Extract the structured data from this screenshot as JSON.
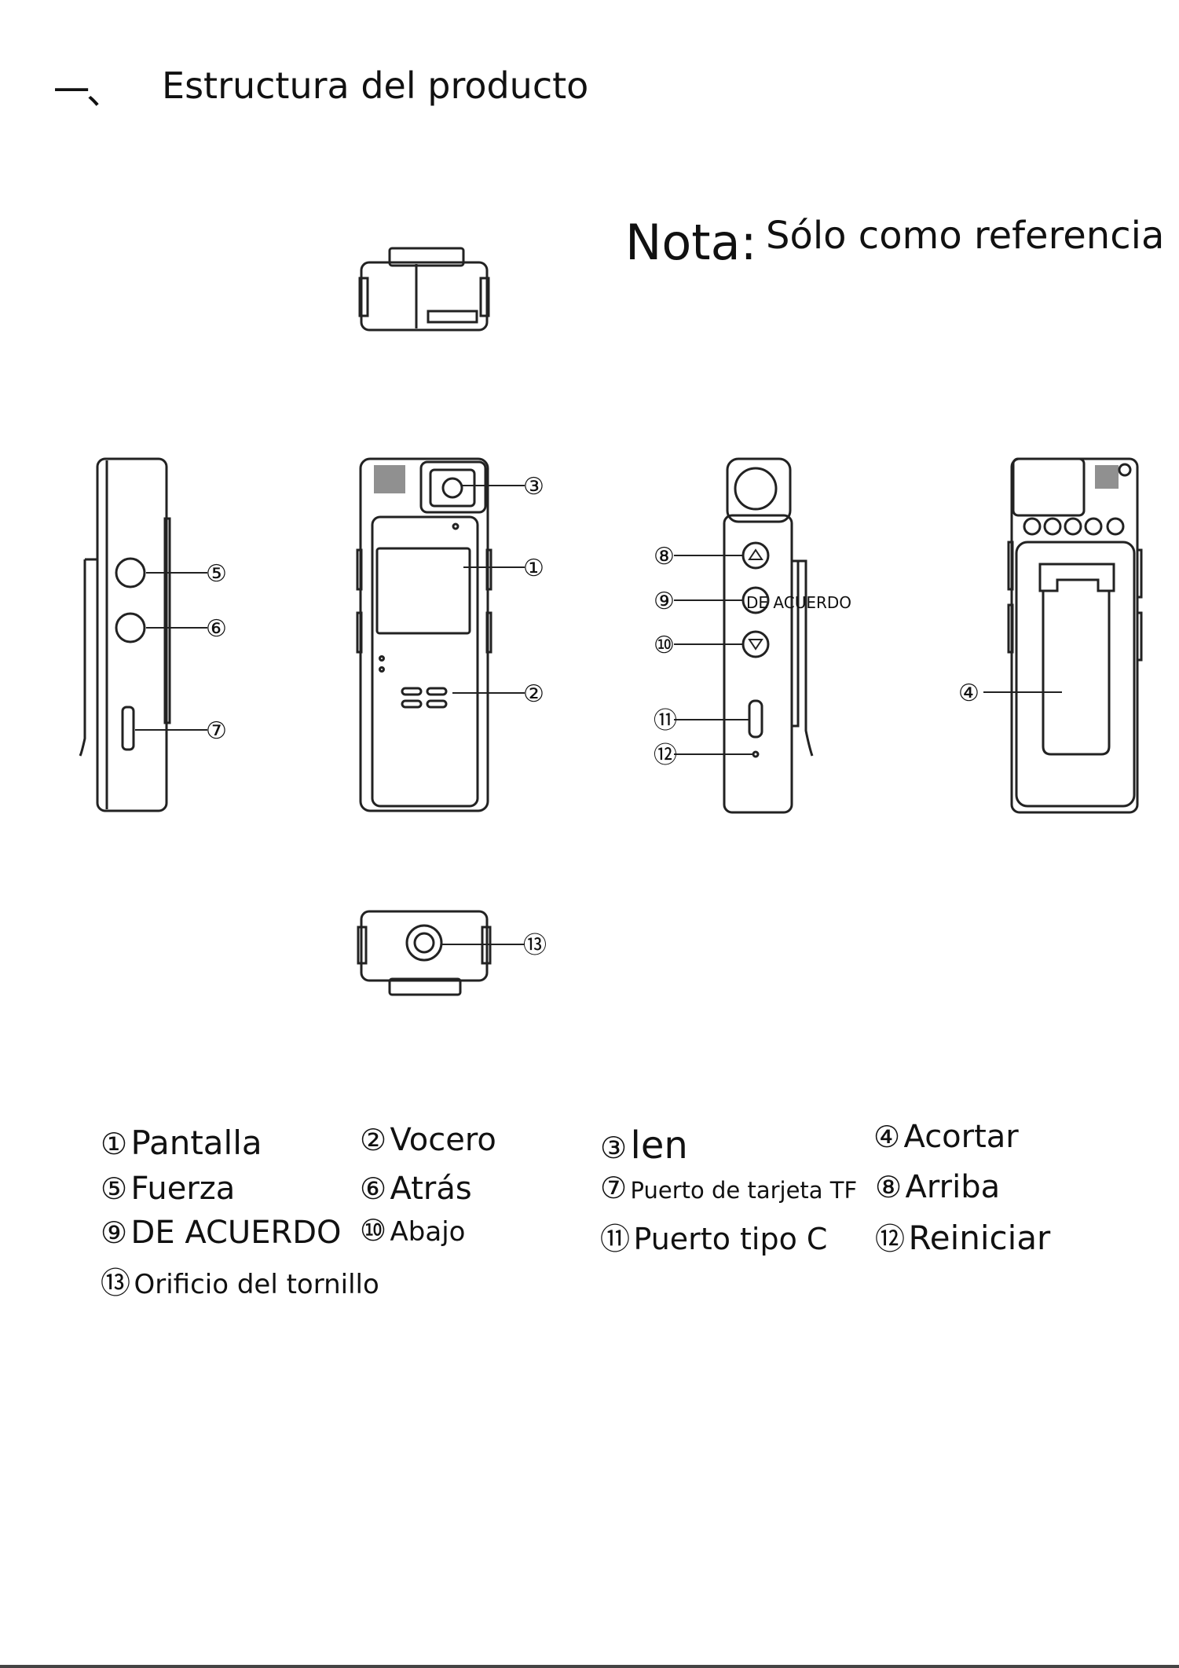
{
  "heading": {
    "number": "一、",
    "title": "Estructura del producto"
  },
  "note": {
    "label": "Nota:",
    "text": "Sólo como referencia"
  },
  "diagram": {
    "ok_button_label": "DE ACUERDO"
  },
  "callouts": [
    "①",
    "②",
    "③",
    "④",
    "⑤",
    "⑥",
    "⑦",
    "⑧",
    "⑨",
    "⑩",
    "⑪",
    "⑫",
    "⑬"
  ],
  "legend": [
    {
      "num": "①",
      "label": "Pantalla"
    },
    {
      "num": "②",
      "label": "Vocero"
    },
    {
      "num": "③",
      "label": "len"
    },
    {
      "num": "④",
      "label": "Acortar"
    },
    {
      "num": "⑤",
      "label": "Fuerza"
    },
    {
      "num": "⑥",
      "label": "Atrás"
    },
    {
      "num": "⑦",
      "label": "Puerto de tarjeta TF"
    },
    {
      "num": "⑧",
      "label": "Arriba"
    },
    {
      "num": "⑨",
      "label": "DE ACUERDO"
    },
    {
      "num": "⑩",
      "label": "Abajo"
    },
    {
      "num": "⑪",
      "label": "Puerto tipo C"
    },
    {
      "num": "⑫",
      "label": "Reiniciar"
    },
    {
      "num": "⑬",
      "label": "Orificio del tornillo"
    }
  ]
}
